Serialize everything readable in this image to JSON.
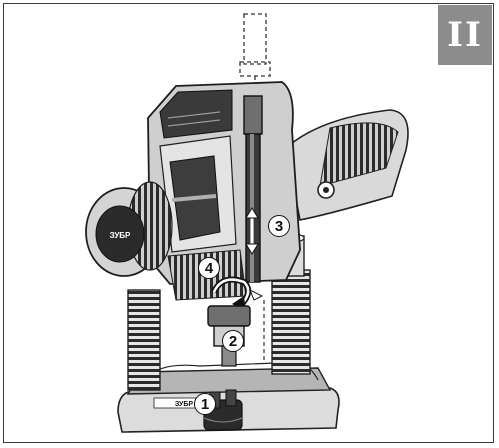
{
  "section_badge": "II",
  "brand_logo": "ЗУБР",
  "callouts": [
    "1",
    "2",
    "3",
    "4"
  ],
  "colors": {
    "badge_bg": "#8c8c8c",
    "frame": "#3a3a3a",
    "tool_dark": "#2b2b2b",
    "tool_mid": "#6f6f6f",
    "tool_light": "#d4d4d4"
  }
}
